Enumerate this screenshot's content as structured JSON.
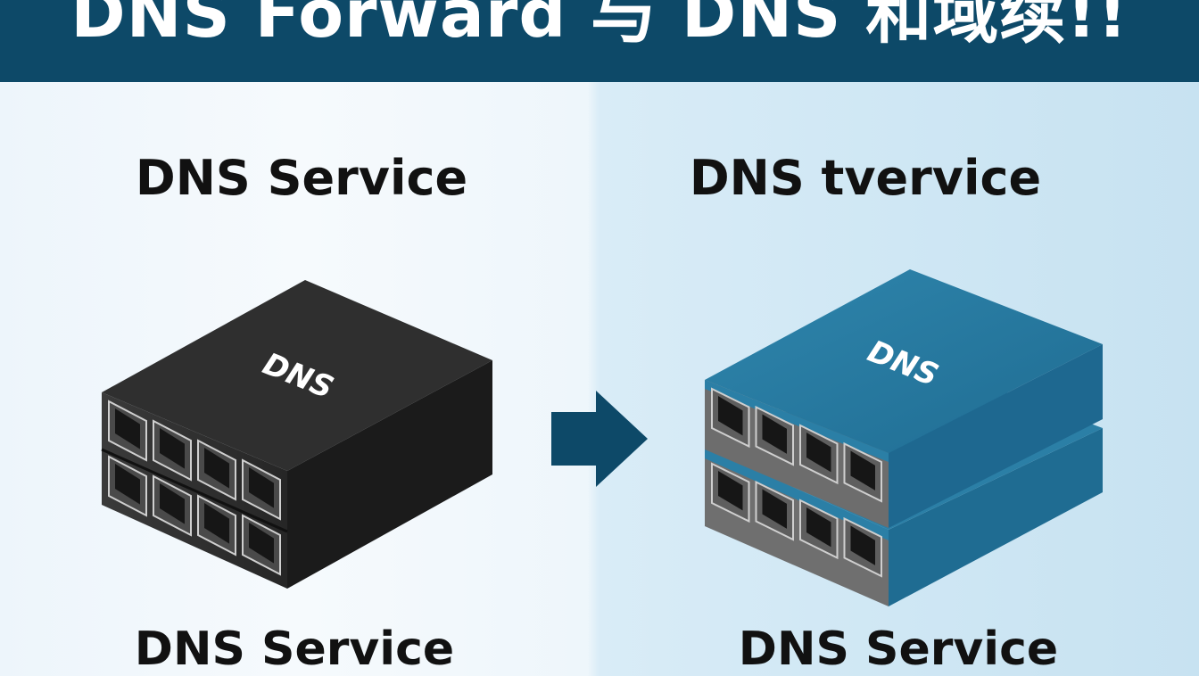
{
  "banner": {
    "title": "DNS Forward 与 DNS 和域续!!"
  },
  "left_panel": {
    "title": "DNS Service",
    "device_label": "DNS",
    "bottom_label": "DNS Service",
    "device_color": "#2a2a2a"
  },
  "right_panel": {
    "title": "DNS tvervice",
    "device_label": "DNS",
    "bottom_label": "DNS Service",
    "device_color": "#2b7fa6"
  },
  "arrow": {
    "color": "#0d4968",
    "direction": "right"
  },
  "colors": {
    "banner_bg": "#0d4968",
    "accent": "#2b7fa6"
  }
}
